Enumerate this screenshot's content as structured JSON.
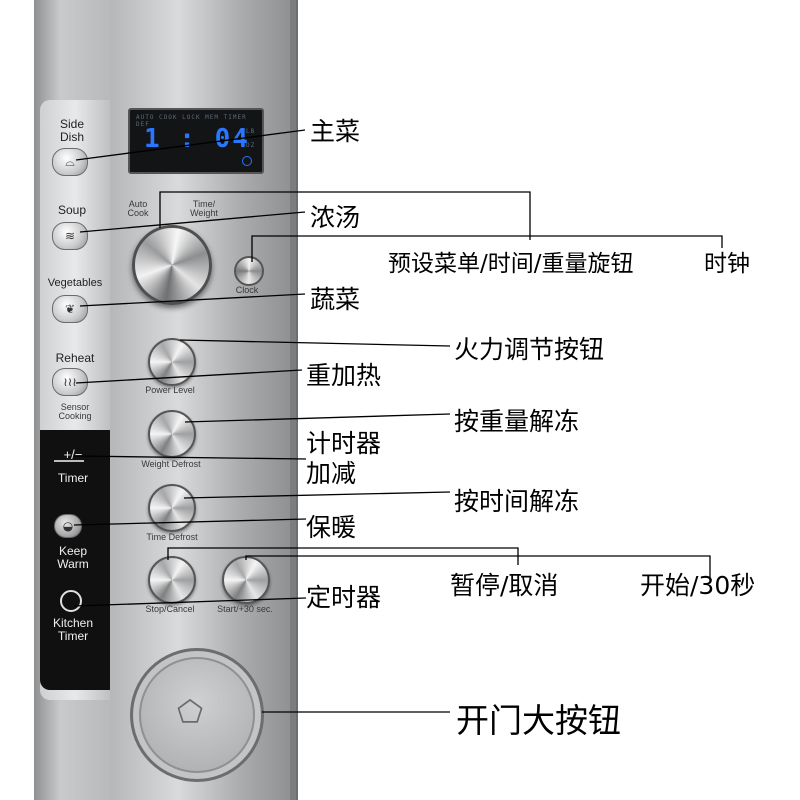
{
  "panel": {
    "display": {
      "indicators": "AUTO COOK LOCK MEM TIMER DEF",
      "digits": "1 : 04",
      "side_marks": [
        "LB",
        "OZ"
      ]
    },
    "dial": {
      "label_left": "Auto\nCook",
      "label_right": "Time/\nWeight"
    },
    "clock_label": "Clock",
    "power_level_label": "Power Level",
    "weight_defrost_label": "Weight Defrost",
    "time_defrost_label": "Time Defrost",
    "stop_label": "Stop/Cancel",
    "start_label": "Start/+30 sec.",
    "side_buttons": {
      "side_dish": "Side\nDish",
      "soup": "Soup",
      "vegetables": "Vegetables",
      "reheat": "Reheat",
      "sensor": "Sensor\nCooking",
      "timer_symbol": "+/−",
      "timer": "Timer",
      "keep_warm": "Keep\nWarm",
      "kitchen_timer": "Kitchen\nTimer"
    }
  },
  "annotations": {
    "side_dish": "主菜",
    "soup": "浓汤",
    "dial": "预设菜单/时间/重量旋钮",
    "clock": "时钟",
    "vegetables": "蔬菜",
    "power": "火力调节按钮",
    "reheat": "重加热",
    "weight_defrost": "按重量解冻",
    "timer": "计时器",
    "plus_minus": "加减",
    "time_defrost": "按时间解冻",
    "keep_warm": "保暖",
    "stop": "暂停/取消",
    "start": "开始/30秒",
    "kitchen_timer": "定时器",
    "door": "开门大按钮"
  },
  "colors": {
    "display_digits": "#2a76ff",
    "panel": "#c9cacc",
    "strip": "#101010"
  }
}
